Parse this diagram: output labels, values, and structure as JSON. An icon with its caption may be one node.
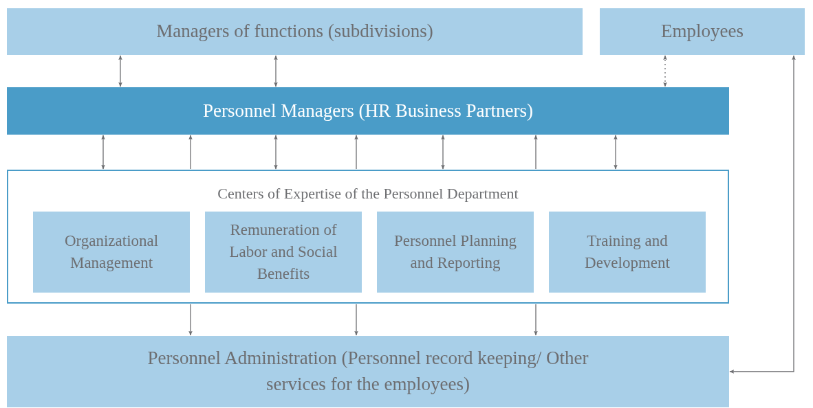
{
  "diagram": {
    "nodes": [
      {
        "text": [
          "Managers of functions (subdivisions)"
        ]
      },
      {
        "text": [
          "Employees"
        ]
      },
      {
        "text": [
          "Personnel Managers (HR Business Partners)"
        ]
      },
      {
        "text": [
          "Centers of Expertise of the Personnel Department"
        ]
      },
      {
        "text": [
          "Organizational Management"
        ],
        "in": 3
      },
      {
        "text": [
          "Remuneration of Labor and Social Benefits"
        ],
        "in": 3
      },
      {
        "text": [
          "Personnel Planning and Reporting"
        ],
        "in": 3
      },
      {
        "text": [
          "Training and Development"
        ],
        "in": 3
      },
      {
        "text": [
          "Personnel Administration (Personnel record keeping/ Other services for the employees)"
        ]
      }
    ],
    "edges": [
      {
        "from": 0,
        "to": 2,
        "arrow": "both"
      },
      {
        "from": 0,
        "to": 2,
        "arrow": "both"
      },
      {
        "from": 1,
        "to": 2,
        "arrow": "both",
        "style": "dashed"
      },
      {
        "from": 2,
        "to": 3,
        "arrow": "both"
      },
      {
        "from": 3,
        "to": 2,
        "arrow": "to"
      },
      {
        "from": 2,
        "to": 3,
        "arrow": "both"
      },
      {
        "from": 3,
        "to": 2,
        "arrow": "to"
      },
      {
        "from": 2,
        "to": 3,
        "arrow": "both"
      },
      {
        "from": 3,
        "to": 2,
        "arrow": "to"
      },
      {
        "from": 2,
        "to": 3,
        "arrow": "both"
      },
      {
        "from": 3,
        "to": 8,
        "arrow": "to"
      },
      {
        "from": 3,
        "to": 8,
        "arrow": "to"
      },
      {
        "from": 3,
        "to": 8,
        "arrow": "to"
      },
      {
        "from": 1,
        "to": 8,
        "arrow": "both"
      }
    ]
  }
}
